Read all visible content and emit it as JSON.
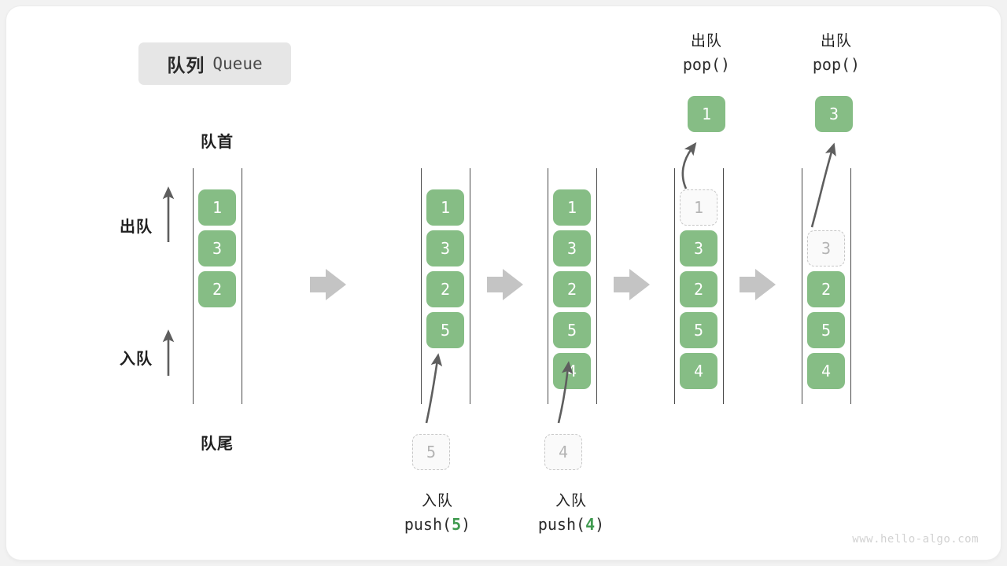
{
  "title": {
    "cn": "队列",
    "en": "Queue"
  },
  "labels": {
    "front": "队首",
    "rear": "队尾",
    "dequeue": "出队",
    "enqueue": "入队"
  },
  "watermark": "www.hello-algo.com",
  "colors": {
    "cell_fill": "#86bd85",
    "cell_text": "#ffffff",
    "ghost_fill": "#fafafa",
    "ghost_text": "#b4b4b4",
    "ghost_border": "#c6c6c6",
    "rail": "#4a4a4a",
    "arrow": "#5e5e5e",
    "step_arrow": "#c4c4c4",
    "accent_green": "#3f9a4f",
    "chip_bg": "#e6e6e6",
    "watermark": "#d2d2d2"
  },
  "steps": [
    {
      "id": "initial",
      "queue": [
        {
          "value": "1",
          "state": "filled"
        },
        {
          "value": "3",
          "state": "filled"
        },
        {
          "value": "2",
          "state": "filled"
        }
      ],
      "caption": null,
      "header": null,
      "popped": null,
      "incoming": null
    },
    {
      "id": "push-5",
      "queue": [
        {
          "value": "1",
          "state": "filled"
        },
        {
          "value": "3",
          "state": "filled"
        },
        {
          "value": "2",
          "state": "filled"
        },
        {
          "value": "5",
          "state": "filled"
        }
      ],
      "caption": {
        "cn": "入队",
        "code_prefix": "push(",
        "code_num": "5",
        "code_suffix": ")"
      },
      "header": null,
      "popped": null,
      "incoming": {
        "value": "5"
      }
    },
    {
      "id": "push-4",
      "queue": [
        {
          "value": "1",
          "state": "filled"
        },
        {
          "value": "3",
          "state": "filled"
        },
        {
          "value": "2",
          "state": "filled"
        },
        {
          "value": "5",
          "state": "filled"
        },
        {
          "value": "4",
          "state": "filled"
        }
      ],
      "caption": {
        "cn": "入队",
        "code_prefix": "push(",
        "code_num": "4",
        "code_suffix": ")"
      },
      "header": null,
      "popped": null,
      "incoming": {
        "value": "4"
      }
    },
    {
      "id": "pop-1",
      "queue": [
        {
          "value": "1",
          "state": "ghost"
        },
        {
          "value": "3",
          "state": "filled"
        },
        {
          "value": "2",
          "state": "filled"
        },
        {
          "value": "5",
          "state": "filled"
        },
        {
          "value": "4",
          "state": "filled"
        }
      ],
      "caption": null,
      "header": {
        "cn": "出队",
        "code": "pop()"
      },
      "popped": {
        "value": "1"
      },
      "incoming": null
    },
    {
      "id": "pop-3",
      "queue": [
        {
          "value": "",
          "state": "empty"
        },
        {
          "value": "3",
          "state": "ghost"
        },
        {
          "value": "2",
          "state": "filled"
        },
        {
          "value": "5",
          "state": "filled"
        },
        {
          "value": "4",
          "state": "filled"
        }
      ],
      "caption": null,
      "header": {
        "cn": "出队",
        "code": "pop()"
      },
      "popped": {
        "value": "3"
      },
      "incoming": null
    }
  ]
}
